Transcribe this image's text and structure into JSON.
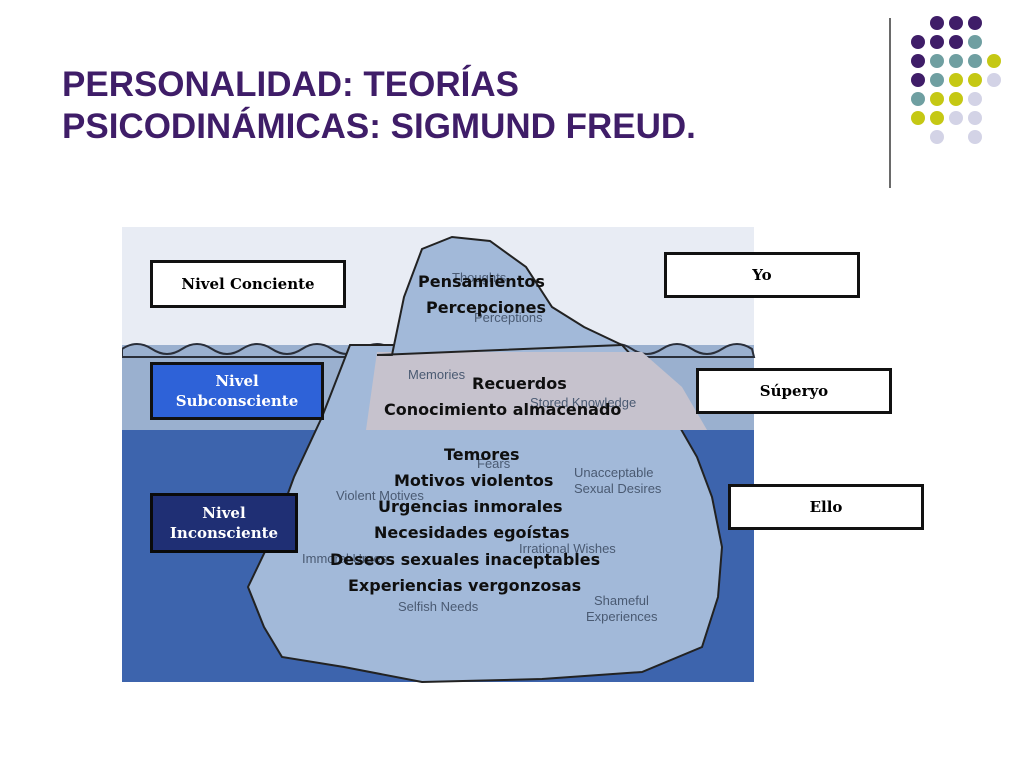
{
  "slide": {
    "title_line1": "PERSONALIDAD: TEORÍAS",
    "title_line2": "PSICODINÁMICAS: SIGMUND FREUD."
  },
  "colors": {
    "title": "#3f1d68",
    "sky": "#e8ecf4",
    "sub_water": "#9ab0cf",
    "deep_water": "#3d64ad",
    "ice": "#a2b9d9",
    "ice_mid": "#c6c2cd",
    "dot_purple": "#3f1d68",
    "dot_teal": "#6f9fa1",
    "dot_yellow": "#c5c814",
    "dot_lavender": "#d3d3e6"
  },
  "levels": {
    "conscious": "Nivel Conciente",
    "subconscious": "Nivel\nSubconsciente",
    "unconscious": "Nivel\nInconsciente"
  },
  "structures": {
    "ego": "Yo",
    "superego": "Súperyo",
    "id": "Ello"
  },
  "iceberg": {
    "tip": [
      "Pensamientos",
      "Percepciones"
    ],
    "middle": [
      "Recuerdos",
      "Conocimiento almacenado"
    ],
    "deep": [
      "Temores",
      "Motivos violentos",
      "Urgencias inmorales",
      "Necesidades egoístas",
      "Deseos sexuales inaceptables",
      "Experiencias vergonzosas"
    ]
  },
  "english_labels": {
    "thoughts": "Thoughts",
    "perceptions": "Perceptions",
    "memories": "Memories",
    "stored_knowledge": "Stored Knowledge",
    "fears": "Fears",
    "unacceptable_sexual": "Unacceptable\nSexual Desires",
    "violent_motives": "Violent Motives",
    "irrational_wishes": "Irrational Wishes",
    "immoral_urges": "Immoral Urges",
    "selfish_needs": "Selfish Needs",
    "shameful_experiences": "Shameful\nExperiences"
  }
}
